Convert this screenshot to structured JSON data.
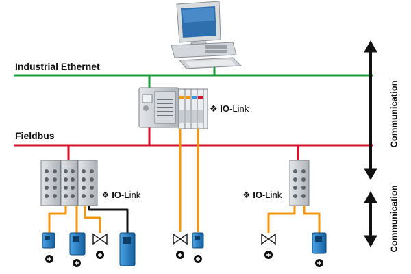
{
  "buses": {
    "ethernet_label": "Industrial Ethernet",
    "fieldbus_label": "Fieldbus"
  },
  "side_labels": {
    "upper": "Communication",
    "lower": "Communication"
  },
  "iolink": {
    "brand_bold": "IO",
    "brand_rest": "-Link"
  },
  "colors": {
    "ethernet": "#1a9c3a",
    "fieldbus": "#d8102c",
    "iolink_cable": "#f0960f",
    "black_cable": "#111111",
    "sensor_blue": "#1f7fd0",
    "module_grey": "#c9cdd2"
  },
  "icons": [
    "computer-icon",
    "controller-icon",
    "io-module-icon",
    "sensor-icon",
    "valve-icon",
    "iolink-logo-icon",
    "double-arrow-icon"
  ]
}
